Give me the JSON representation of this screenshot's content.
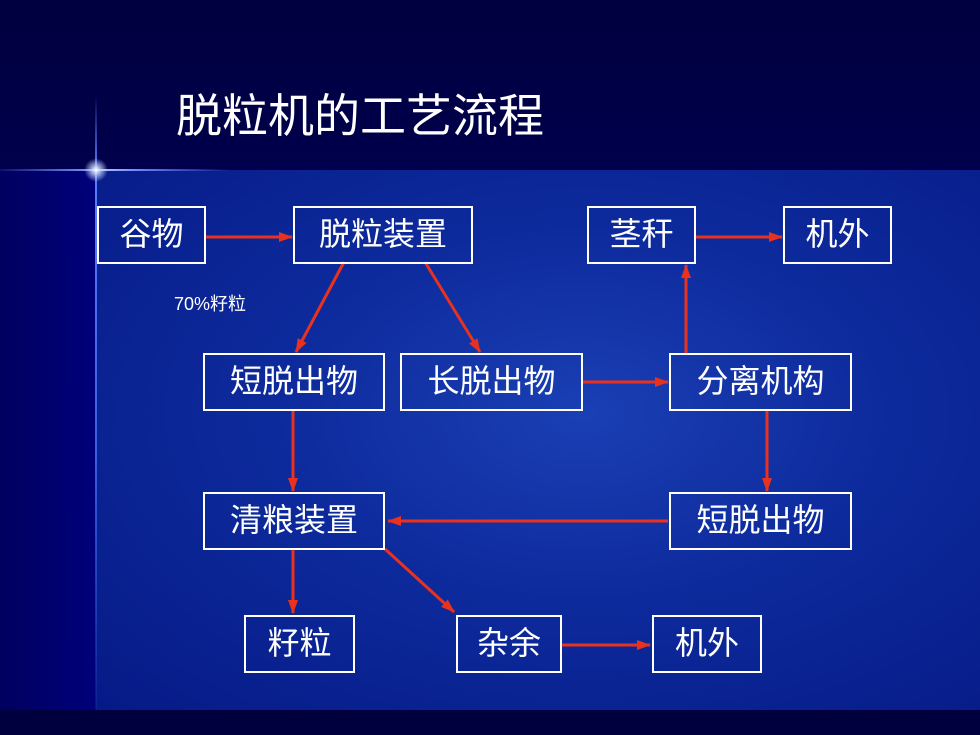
{
  "title": "脱粒机的工艺流程",
  "nodes": {
    "grain": "谷物",
    "threshing_device": "脱粒装置",
    "straw": "茎秆",
    "out_top": "机外",
    "short_out_1": "短脱出物",
    "long_out": "长脱出物",
    "separation": "分离机构",
    "cleaning": "清粮装置",
    "short_out_2": "短脱出物",
    "seed": "籽粒",
    "impurities": "杂余",
    "out_bottom": "机外"
  },
  "annotation": "70%籽粒",
  "colors": {
    "arrow": "#e8321e",
    "box_border": "#ffffff",
    "text": "#ffffff"
  }
}
